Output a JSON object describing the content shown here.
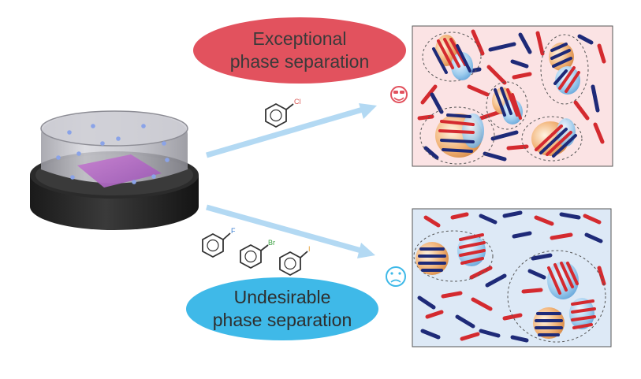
{
  "top_label": {
    "line1": "Exceptional",
    "line2": "phase separation"
  },
  "bottom_label": {
    "line1": "Undesirable",
    "line2": "phase separation"
  },
  "solvents": {
    "top": {
      "substituent": "Cl"
    },
    "bottom": [
      {
        "substituent": "F"
      },
      {
        "substituent": "Br"
      },
      {
        "substituent": "I"
      }
    ]
  },
  "outcome_icons": {
    "top": "cool-sunglasses-emoji-icon",
    "bottom": "sad-face-emoji-icon"
  },
  "colors": {
    "top_label_fill": "#e2525e",
    "bottom_label_fill": "#3fb9e8",
    "arrow": "#b3d9f3",
    "top_panel_bg": "#fbe3e4",
    "bottom_panel_bg": "#dde9f6",
    "donor_red": "#d42a2f",
    "acceptor_navy": "#1e2a78",
    "domain_orange": "#e49a52",
    "domain_blue": "#8fc4ea"
  }
}
